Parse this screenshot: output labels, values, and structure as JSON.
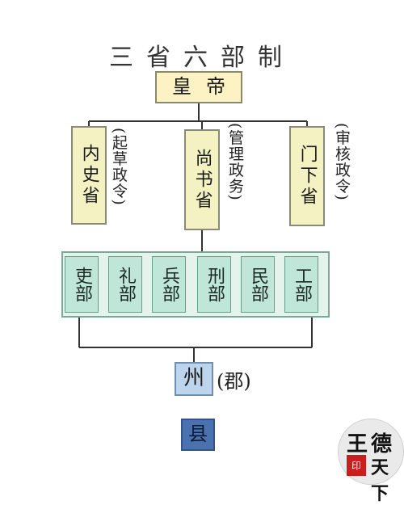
{
  "title": "三省六部制",
  "emperor": "皇帝",
  "sheng": [
    {
      "name": "内史省",
      "duty": "(起草政令)"
    },
    {
      "name": "尚书省",
      "duty": "(管理政务)"
    },
    {
      "name": "门下省",
      "duty": "(审核政令)"
    }
  ],
  "bu": [
    "吏部",
    "礼部",
    "兵部",
    "刑部",
    "民部",
    "工部"
  ],
  "zhou": "州",
  "jun": "(郡)",
  "xian": "县",
  "watermark": {
    "a": "王",
    "b": "德",
    "c": "天下",
    "seal": "印"
  },
  "colors": {
    "emperor_fill": "#fdf2c4",
    "sheng_fill": "#f4f1c3",
    "bu_fill": "#bfe6d8",
    "zhou_fill": "#bcd4ec",
    "xian_fill": "#4a72b0"
  }
}
